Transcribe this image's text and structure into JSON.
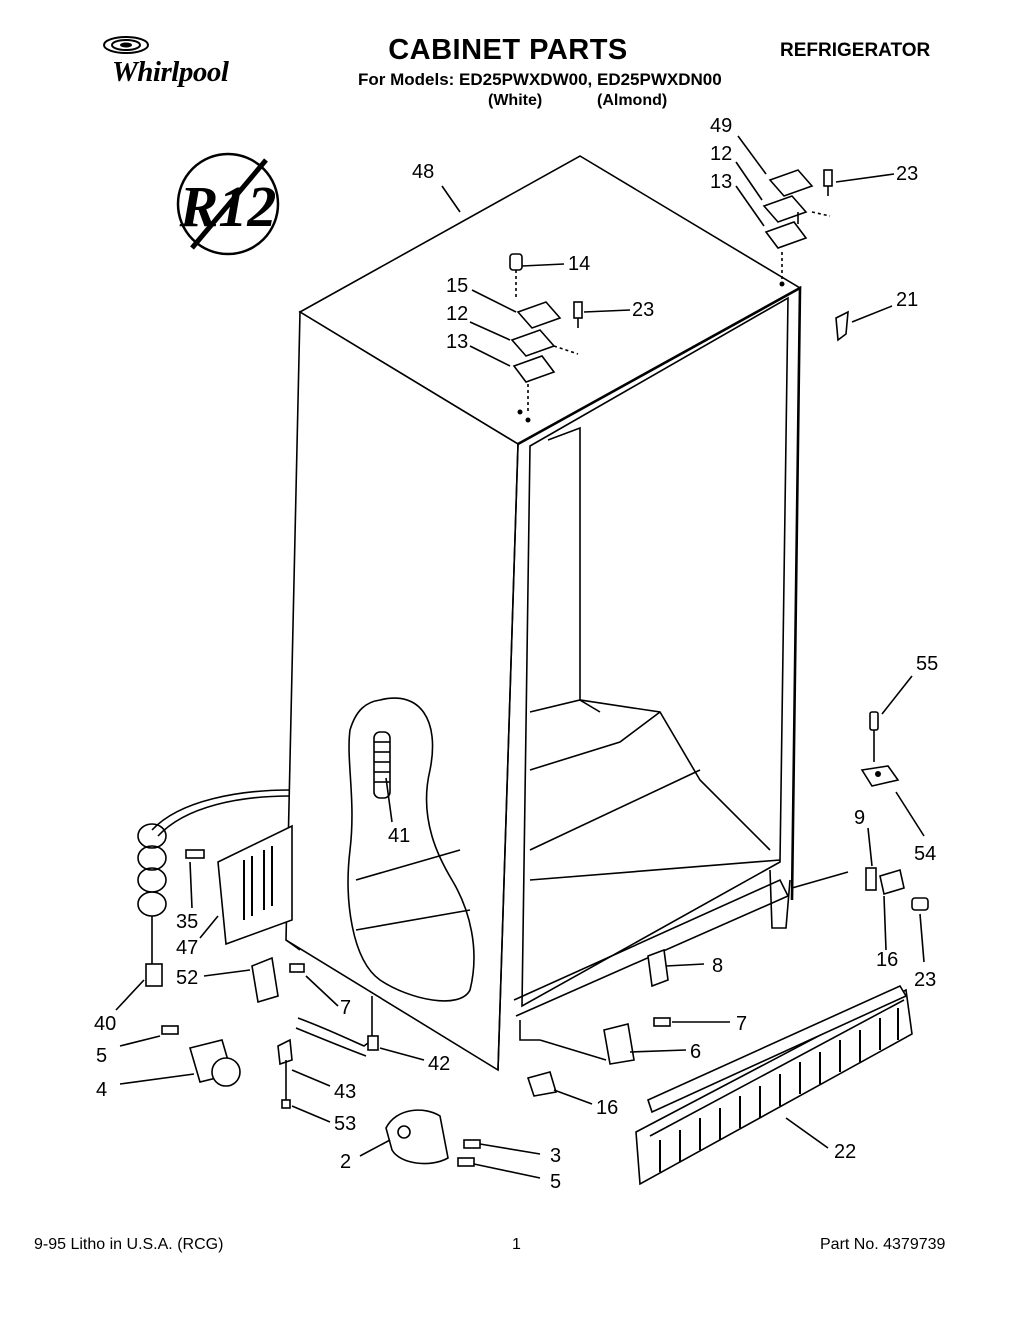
{
  "header": {
    "brand": "Whirlpool",
    "title": "CABINET PARTS",
    "category": "REFRIGERATOR",
    "models_line": "For Models: ED25PWXDW00, ED25PWXDN00",
    "color_white": "(White)",
    "color_almond": "(Almond)",
    "badge_text": "R12"
  },
  "callouts": {
    "c48": "48",
    "c49": "49",
    "c12a": "12",
    "c13a": "13",
    "c23a": "23",
    "c14": "14",
    "c15": "15",
    "c12b": "12",
    "c13b": "13",
    "c23b": "23",
    "c21": "21",
    "c55": "55",
    "c54": "54",
    "c9": "9",
    "c16a": "16",
    "c23c": "23",
    "c41": "41",
    "c35": "35",
    "c47": "47",
    "c52": "52",
    "c40": "40",
    "c7a": "7",
    "c8": "8",
    "c7b": "7",
    "c6": "6",
    "c5a": "5",
    "c4": "4",
    "c42": "42",
    "c43": "43",
    "c53": "53",
    "c16b": "16",
    "c22": "22",
    "c3": "3",
    "c2": "2",
    "c5b": "5"
  },
  "footer": {
    "left": "9-95  Litho in U.S.A. (RCG)",
    "page": "1",
    "part_no": "Part No. 4379739"
  }
}
